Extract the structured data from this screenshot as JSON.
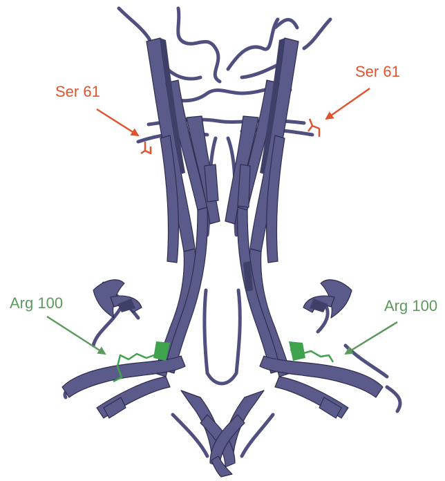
{
  "colors": {
    "ribbon": "#5a5b8a",
    "ribbon_dark": "#3f4068",
    "ribbon_edge": "#2c2d4e",
    "ser_label": "#e0532e",
    "arg_label": "#5c9a5c",
    "arg_highlight": "#3fa34d"
  },
  "labels": {
    "ser_left": "Ser 61",
    "ser_right": "Ser 61",
    "arg_left": "Arg 100",
    "arg_right": "Arg 100"
  }
}
